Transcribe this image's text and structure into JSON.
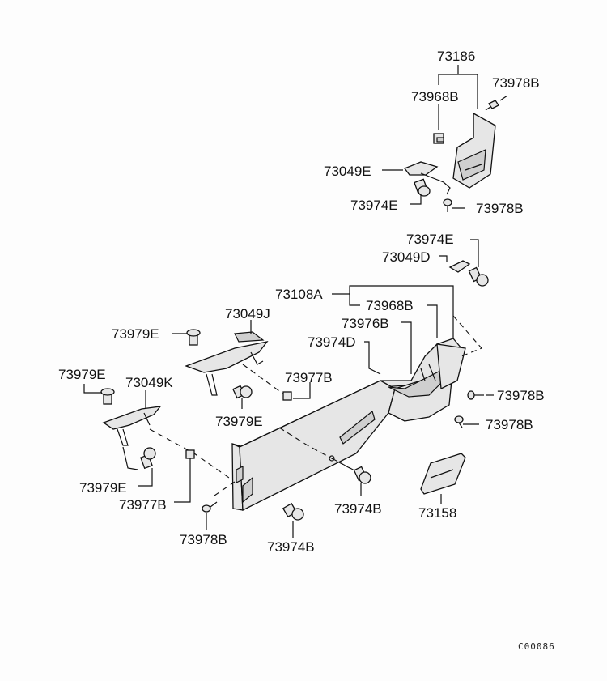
{
  "labels": {
    "p73186": "73186",
    "p73978B_1": "73978B",
    "p73968B_1": "73968B",
    "p73049E": "73049E",
    "p73974E_1": "73974E",
    "p73978B_2": "73978B",
    "p73974E_2": "73974E",
    "p73049D": "73049D",
    "p73108A": "73108A",
    "p73968B_2": "73968B",
    "p73976B": "73976B",
    "p73974D": "73974D",
    "p73049J": "73049J",
    "p73979E_1": "73979E",
    "p73979E_2": "73979E",
    "p73049K": "73049K",
    "p73977B_1": "73977B",
    "p73979E_3": "73979E",
    "p73978B_3": "73978B",
    "p73978B_4": "73978B",
    "p73979E_4": "73979E",
    "p73977B_2": "73977B",
    "p73974B_1": "73974B",
    "p73158": "73158",
    "p73978B_5": "73978B",
    "p73974B_2": "73974B"
  },
  "diagram_code": "C00086",
  "colors": {
    "line": "#111111",
    "part_fill": "#e6e6e6",
    "background": "#fdfdfd"
  }
}
